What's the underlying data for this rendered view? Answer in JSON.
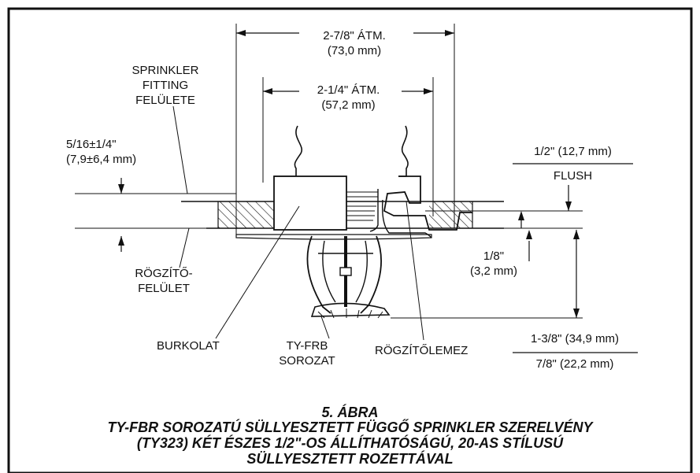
{
  "labels": {
    "dim_outer_1": "2-7/8\" ÁTM.",
    "dim_outer_2": "(73,0 mm)",
    "dim_inner_1": "2-1/4\" ÁTM.",
    "dim_inner_2": "(57,2 mm)",
    "sprinkler_1": "SPRINKLER",
    "sprinkler_2": "FITTING",
    "sprinkler_3": "FELÜLETE",
    "offset_1": "5/16±1/4\"",
    "offset_2": "(7,9±6,4 mm)",
    "half_inch": "1/2\" (12,7 mm)",
    "flush": "FLUSH",
    "eighth_1": "1/8\"",
    "eighth_2": "(3,2 mm)",
    "mount_1": "RÖGZÍTŐ-",
    "mount_2": "FELÜLET",
    "cover": "BURKOLAT",
    "series_1": "TY-FRB",
    "series_2": "SOROZAT",
    "plate": "RÖGZÍTŐLEMEZ",
    "drop_1": "1-3/8\" (34,9 mm)",
    "drop_2": "7/8\" (22,2 mm)"
  },
  "caption": {
    "number": "5. ÁBRA",
    "line1": "TY-FBR SOROZATÚ SÜLLYESZTETT FÜGGŐ SPRINKLER SZERELVÉNY",
    "line2": "(TY323) KÉT ÉSZES 1/2\"-OS ÁLLÍTHATÓSÁGÚ, 20-AS STÍLUSÚ",
    "line3": "SÜLLYESZTETT ROZETTÁVAL"
  }
}
